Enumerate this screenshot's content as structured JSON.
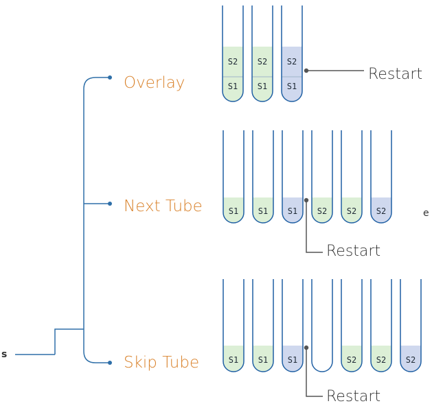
{
  "colors": {
    "option_text": "#d9822b",
    "tree_line": "#2e6fa8",
    "tube_stroke": "#1f5fa3",
    "fill_s1": "#dcefd6",
    "fill_s2_green": "#dcefd6",
    "fill_s2_blue": "#cfd8ee",
    "fill_blue": "#cfd8ee",
    "restart_line": "#555555"
  },
  "edge_labels": {
    "top": "e",
    "bottom": "s"
  },
  "options": [
    {
      "label": "Overlay",
      "restart_label": "Restart",
      "tubes": [
        {
          "lower": "S1",
          "upper": "S2",
          "tone": "green"
        },
        {
          "lower": "S1",
          "upper": "S2",
          "tone": "green"
        },
        {
          "lower": "S1",
          "upper": "S2",
          "tone": "blue"
        }
      ]
    },
    {
      "label": "Next Tube",
      "restart_label": "Restart",
      "tubes": [
        {
          "lower": "S1",
          "tone": "green"
        },
        {
          "lower": "S1",
          "tone": "green"
        },
        {
          "lower": "S1",
          "tone": "blue"
        },
        {
          "lower": "S2",
          "tone": "green"
        },
        {
          "lower": "S2",
          "tone": "green"
        },
        {
          "lower": "S2",
          "tone": "blue"
        }
      ]
    },
    {
      "label": "Skip Tube",
      "restart_label": "Restart",
      "tubes": [
        {
          "lower": "S1",
          "tone": "green"
        },
        {
          "lower": "S1",
          "tone": "green"
        },
        {
          "lower": "S1",
          "tone": "blue"
        },
        {
          "lower": "",
          "tone": "empty"
        },
        {
          "lower": "S2",
          "tone": "green"
        },
        {
          "lower": "S2",
          "tone": "green"
        },
        {
          "lower": "S2",
          "tone": "blue"
        }
      ]
    }
  ]
}
